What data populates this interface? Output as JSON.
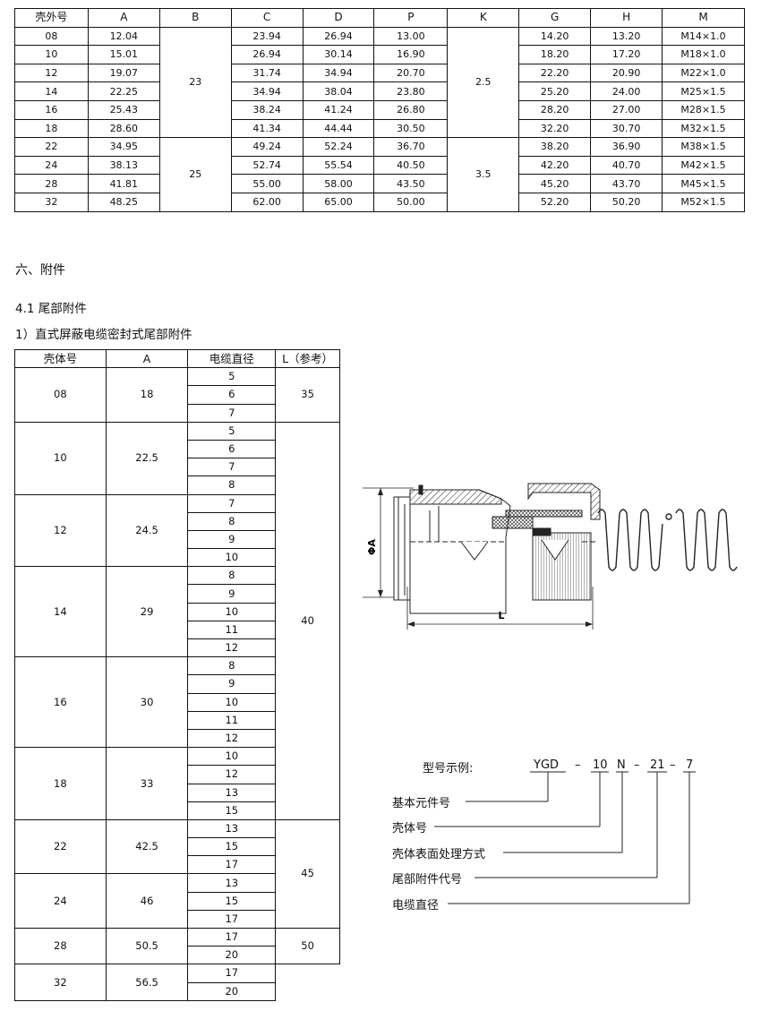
{
  "dim_table": {
    "headers": [
      "壳外号",
      "A",
      "B",
      "C",
      "D",
      "P",
      "K",
      "G",
      "H",
      "M"
    ],
    "rows": [
      [
        "08",
        "12.04",
        "23.94",
        "26.94",
        "13.00",
        "14.20",
        "13.20",
        "M14×1.0"
      ],
      [
        "10",
        "15.01",
        "26.94",
        "30.14",
        "16.90",
        "18.20",
        "17.20",
        "M18×1.0"
      ],
      [
        "12",
        "19.07",
        "31.74",
        "34.94",
        "20.70",
        "22.20",
        "20.90",
        "M22×1.0"
      ],
      [
        "14",
        "22.25",
        "34.94",
        "38.04",
        "23.80",
        "25.20",
        "24.00",
        "M25×1.5"
      ],
      [
        "16",
        "25.43",
        "38.24",
        "41.24",
        "26.80",
        "28.20",
        "27.00",
        "M28×1.5"
      ],
      [
        "18",
        "28.60",
        "41.34",
        "44.44",
        "30.50",
        "32.20",
        "30.70",
        "M32×1.5"
      ],
      [
        "22",
        "34.95",
        "49.24",
        "52.24",
        "36.70",
        "38.20",
        "36.90",
        "M38×1.5"
      ],
      [
        "24",
        "38.13",
        "52.74",
        "55.54",
        "40.50",
        "42.20",
        "40.70",
        "M42×1.5"
      ],
      [
        "28",
        "41.81",
        "55.00",
        "58.00",
        "43.50",
        "45.20",
        "43.70",
        "M45×1.5"
      ],
      [
        "32",
        "48.25",
        "62.00",
        "65.00",
        "50.00",
        "52.20",
        "50.20",
        "M52×1.5"
      ]
    ],
    "b_values": [
      "23",
      "25"
    ],
    "k_values": [
      "2.5",
      "3.5"
    ]
  },
  "section_title": "六、附件",
  "subsection_title": "4.1  尾部附件",
  "item_title": "1）直式屏蔽电缆密封式尾部附件",
  "acc_table": {
    "headers": [
      "壳体号",
      "A",
      "电缆直径",
      "L（参考）"
    ],
    "groups": [
      {
        "shell": "08",
        "a": "18",
        "diameters": [
          "5",
          "6",
          "7"
        ]
      },
      {
        "shell": "10",
        "a": "22.5",
        "diameters": [
          "5",
          "6",
          "7",
          "8"
        ]
      },
      {
        "shell": "12",
        "a": "24.5",
        "diameters": [
          "7",
          "8",
          "9",
          "10"
        ]
      },
      {
        "shell": "14",
        "a": "29",
        "diameters": [
          "8",
          "9",
          "10",
          "11",
          "12"
        ]
      },
      {
        "shell": "16",
        "a": "30",
        "diameters": [
          "8",
          "9",
          "10",
          "11",
          "12"
        ]
      },
      {
        "shell": "18",
        "a": "33",
        "diameters": [
          "10",
          "12",
          "13",
          "15"
        ]
      },
      {
        "shell": "22",
        "a": "42.5",
        "diameters": [
          "13",
          "15",
          "17"
        ]
      },
      {
        "shell": "24",
        "a": "46",
        "diameters": [
          "13",
          "15",
          "17"
        ]
      },
      {
        "shell": "28",
        "a": "50.5",
        "diameters": [
          "17",
          "20"
        ]
      },
      {
        "shell": "32",
        "a": "56.5",
        "diameters": [
          "17",
          "20"
        ]
      }
    ],
    "l_values": [
      "35",
      "40",
      "45",
      "50"
    ]
  },
  "drawing": {
    "phi_label": "ΦA",
    "length_label": "L"
  },
  "model_example": {
    "label": "型号示例:",
    "parts": [
      "YGD",
      "–",
      "10",
      "N",
      "–",
      "21",
      "–",
      "7"
    ],
    "explanations": [
      "基本元件号",
      "壳体号",
      "壳体表面处理方式",
      "尾部附件代号",
      "电缆直径"
    ]
  }
}
